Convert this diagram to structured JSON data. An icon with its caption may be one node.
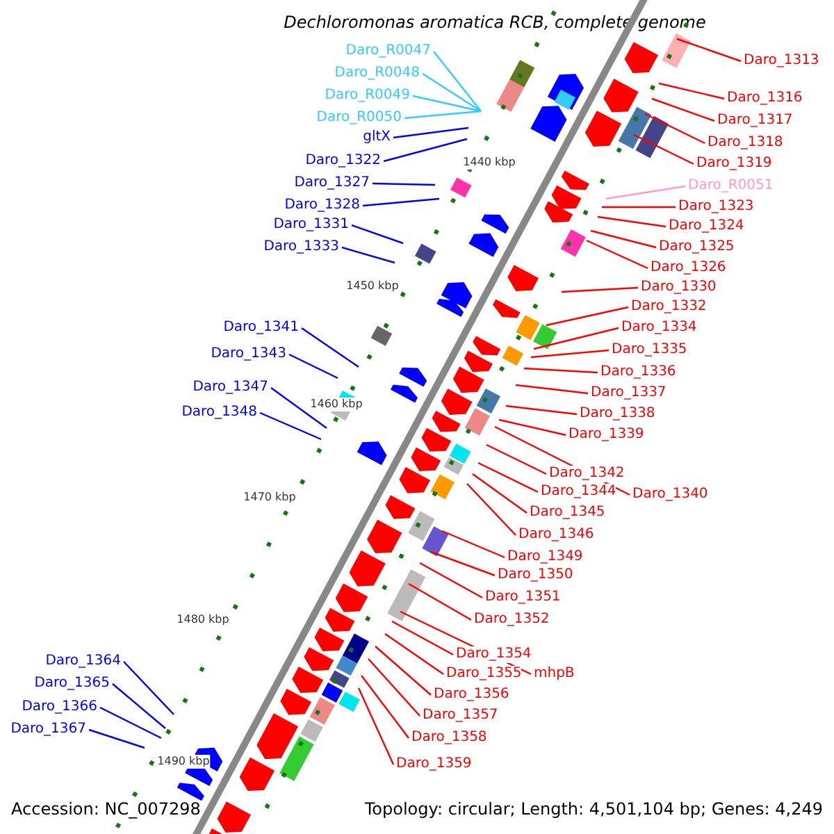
{
  "diagram": {
    "title": "Dechloromonas aromatica RCB, complete genome",
    "nodes": [
      {
        "text": [
          "Daro_R0047"
        ]
      },
      {
        "text": [
          "Daro_1313"
        ]
      },
      {
        "text": [
          "Daro_R0048"
        ]
      },
      {
        "text": [
          "Daro_R0049"
        ]
      },
      {
        "text": [
          "Daro_1316"
        ]
      },
      {
        "text": [
          "Daro_R0050"
        ]
      },
      {
        "text": [
          "Daro_1317"
        ]
      },
      {
        "text": [
          "gltX"
        ]
      },
      {
        "text": [
          "Daro_1318"
        ]
      },
      {
        "text": [
          "Daro_1322"
        ]
      },
      {
        "text": [
          "Daro_1319"
        ]
      },
      {
        "text": [
          "Daro_1327"
        ]
      },
      {
        "text": [
          "Daro_R0051"
        ]
      },
      {
        "text": [
          "Daro_1328"
        ]
      },
      {
        "text": [
          "Daro_1323"
        ]
      },
      {
        "text": [
          "Daro_1331"
        ]
      },
      {
        "text": [
          "Daro_1324"
        ]
      },
      {
        "text": [
          "Daro_1333"
        ]
      },
      {
        "text": [
          "Daro_1325"
        ]
      },
      {
        "text": [
          "Daro_1326"
        ]
      },
      {
        "text": [
          "Daro_1330"
        ]
      },
      {
        "text": [
          "Daro_1332"
        ]
      },
      {
        "text": [
          "Daro_1341"
        ]
      },
      {
        "text": [
          "Daro_1334"
        ]
      },
      {
        "text": [
          "Daro_1335"
        ]
      },
      {
        "text": [
          "Daro_1343"
        ]
      },
      {
        "text": [
          "Daro_1336"
        ]
      },
      {
        "text": [
          "Daro_1347"
        ]
      },
      {
        "text": [
          "Daro_1337"
        ]
      },
      {
        "text": [
          "Daro_1348"
        ]
      },
      {
        "text": [
          "Daro_1338"
        ]
      },
      {
        "text": [
          "Daro_1339"
        ]
      },
      {
        "text": [
          "Daro_1342"
        ]
      },
      {
        "text": [
          "Daro_1344"
        ]
      },
      {
        "text": [
          "Daro_1340"
        ]
      },
      {
        "text": [
          "Daro_1345"
        ]
      },
      {
        "text": [
          "Daro_1346"
        ]
      },
      {
        "text": [
          "Daro_1349"
        ]
      },
      {
        "text": [
          "Daro_1350"
        ]
      },
      {
        "text": [
          "Daro_1351"
        ]
      },
      {
        "text": [
          "Daro_1352"
        ]
      },
      {
        "text": [
          "Daro_1354"
        ]
      },
      {
        "text": [
          "Daro_1355"
        ]
      },
      {
        "text": [
          "mhpB"
        ]
      },
      {
        "text": [
          "Daro_1364"
        ]
      },
      {
        "text": [
          "Daro_1356"
        ]
      },
      {
        "text": [
          "Daro_1365"
        ]
      },
      {
        "text": [
          "Daro_1357"
        ]
      },
      {
        "text": [
          "Daro_1366"
        ]
      },
      {
        "text": [
          "Daro_1367"
        ]
      },
      {
        "text": [
          "Daro_1358"
        ]
      },
      {
        "text": [
          "Daro_1359"
        ]
      }
    ],
    "edges": [
      {
        "from": 0,
        "to": null,
        "arrow": "none",
        "color": "#33ccff"
      },
      {
        "from": 1,
        "to": null,
        "arrow": "none"
      },
      {
        "from": 2,
        "to": null,
        "arrow": "none",
        "color": "#33ccff"
      },
      {
        "from": 3,
        "to": null,
        "arrow": "none",
        "color": "#33ccff"
      },
      {
        "from": 4,
        "to": null,
        "arrow": "none"
      },
      {
        "from": 5,
        "to": null,
        "arrow": "none",
        "color": "#33ccff"
      },
      {
        "from": 6,
        "to": null,
        "arrow": "none"
      },
      {
        "from": 7,
        "to": null,
        "arrow": "none",
        "color": "#0000ff"
      },
      {
        "from": 8,
        "to": null,
        "arrow": "none"
      },
      {
        "from": 9,
        "to": null,
        "arrow": "none",
        "color": "#0000ff"
      },
      {
        "from": 10,
        "to": null,
        "arrow": "none"
      },
      {
        "from": 11,
        "to": null,
        "arrow": "none",
        "color": "#0000ff"
      },
      {
        "from": 12,
        "to": null,
        "arrow": "none",
        "color": "#ff99cc"
      },
      {
        "from": 13,
        "to": null,
        "arrow": "none",
        "color": "#0000ff"
      },
      {
        "from": 14,
        "to": null,
        "arrow": "none"
      },
      {
        "from": 15,
        "to": null,
        "arrow": "none",
        "color": "#0000ff"
      },
      {
        "from": 16,
        "to": null,
        "arrow": "none"
      },
      {
        "from": 17,
        "to": null,
        "arrow": "none",
        "color": "#0000ff"
      },
      {
        "from": 18,
        "to": null,
        "arrow": "none"
      },
      {
        "from": 19,
        "to": null,
        "arrow": "none"
      },
      {
        "from": 20,
        "to": null,
        "arrow": "none"
      },
      {
        "from": 21,
        "to": null,
        "arrow": "none"
      },
      {
        "from": 22,
        "to": null,
        "arrow": "none",
        "color": "#0000ff"
      },
      {
        "from": 23,
        "to": null,
        "arrow": "none"
      },
      {
        "from": 24,
        "to": null,
        "arrow": "none"
      },
      {
        "from": 25,
        "to": null,
        "arrow": "none",
        "color": "#0000ff"
      },
      {
        "from": 26,
        "to": null,
        "arrow": "none"
      },
      {
        "from": 27,
        "to": null,
        "arrow": "none",
        "color": "#0000ff"
      },
      {
        "from": 28,
        "to": null,
        "arrow": "none"
      },
      {
        "from": 29,
        "to": null,
        "arrow": "none",
        "color": "#0000ff"
      },
      {
        "from": 30,
        "to": null,
        "arrow": "none"
      },
      {
        "from": 31,
        "to": null,
        "arrow": "none"
      },
      {
        "from": 32,
        "to": null,
        "arrow": "none"
      },
      {
        "from": 33,
        "to": null,
        "arrow": "none"
      },
      {
        "from": 34,
        "to": null,
        "arrow": "none"
      },
      {
        "from": 35,
        "to": null,
        "arrow": "none"
      },
      {
        "from": 36,
        "to": null,
        "arrow": "none"
      },
      {
        "from": 37,
        "to": null,
        "arrow": "none"
      },
      {
        "from": 38,
        "to": null,
        "arrow": "none"
      },
      {
        "from": 39,
        "to": null,
        "arrow": "none"
      },
      {
        "from": 40,
        "to": null,
        "arrow": "none"
      },
      {
        "from": 41,
        "to": null,
        "arrow": "none"
      },
      {
        "from": 42,
        "to": null,
        "arrow": "none"
      },
      {
        "from": 43,
        "to": null,
        "arrow": "none"
      },
      {
        "from": 44,
        "to": null,
        "arrow": "none",
        "color": "#0000ff"
      },
      {
        "from": 45,
        "to": null,
        "arrow": "none"
      },
      {
        "from": 46,
        "to": null,
        "arrow": "none",
        "color": "#0000ff"
      },
      {
        "from": 47,
        "to": null,
        "arrow": "none"
      },
      {
        "from": 48,
        "to": null,
        "arrow": "none",
        "color": "#0000ff"
      },
      {
        "from": 49,
        "to": null,
        "arrow": "none",
        "color": "#0000ff"
      },
      {
        "from": 50,
        "to": null,
        "arrow": "none"
      },
      {
        "from": 51,
        "to": null,
        "arrow": "none"
      }
    ],
    "labels": [
      "1440 kbp",
      "1450 kbp",
      "1460 kbp",
      "1470 kbp",
      "1480 kbp",
      "1490 kbp",
      "Accession: NC_007298",
      "Topology: circular; Length: 4,501,104 bp; Genes: 4,249"
    ]
  }
}
